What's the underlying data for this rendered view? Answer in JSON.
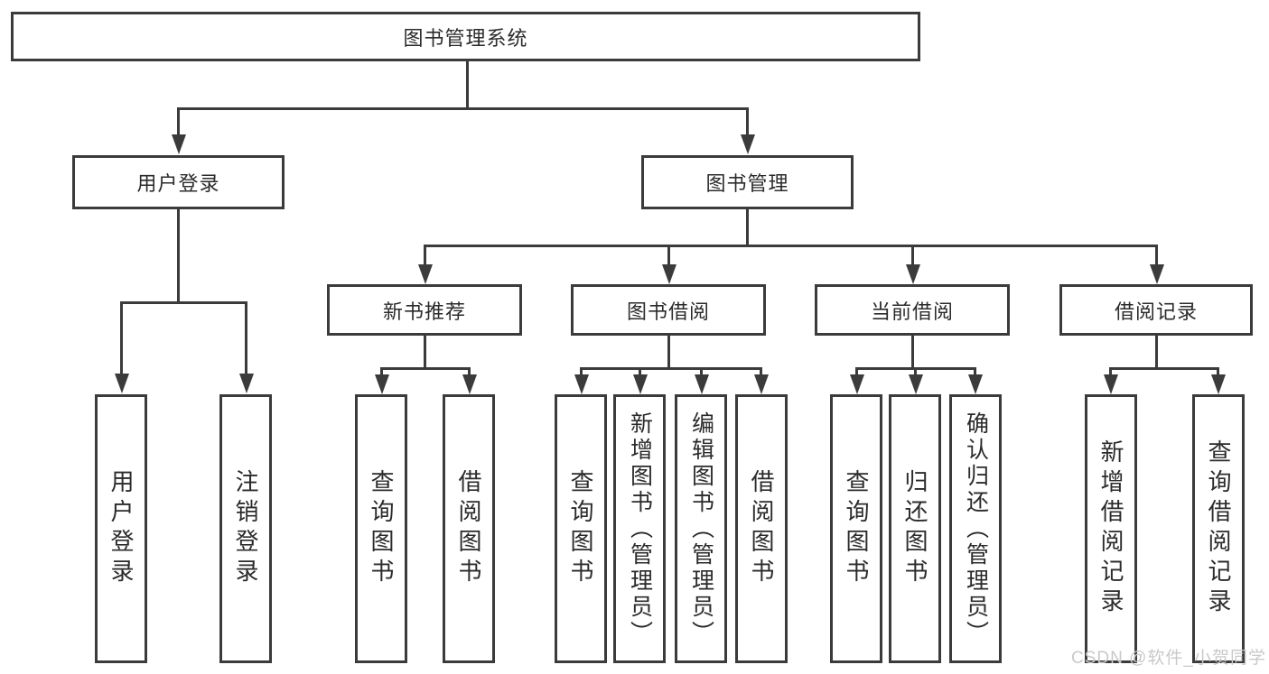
{
  "diagram_type": "hierarchy-tree",
  "colors": {
    "line": "#3b3b3b",
    "box_border": "#3b3b3b",
    "text": "#2b2b2b",
    "background": "#ffffff",
    "watermark": "#c9c9c9"
  },
  "watermark": "CSDN @软件_小贺同学",
  "tree": {
    "root": {
      "label": "图书管理系统",
      "children": [
        {
          "label": "用户登录",
          "children": [
            {
              "label": "用户登录"
            },
            {
              "label": "注销登录"
            }
          ]
        },
        {
          "label": "图书管理",
          "children": [
            {
              "label": "新书推荐",
              "children": [
                {
                  "label": "查询图书"
                },
                {
                  "label": "借阅图书"
                }
              ]
            },
            {
              "label": "图书借阅",
              "children": [
                {
                  "label": "查询图书"
                },
                {
                  "label": "新增图书（管理员）"
                },
                {
                  "label": "编辑图书（管理员）"
                },
                {
                  "label": "借阅图书"
                }
              ]
            },
            {
              "label": "当前借阅",
              "children": [
                {
                  "label": "查询图书"
                },
                {
                  "label": "归还图书"
                },
                {
                  "label": "确认归还（管理员）"
                }
              ]
            },
            {
              "label": "借阅记录",
              "children": [
                {
                  "label": "新增借阅记录"
                },
                {
                  "label": "查询借阅记录"
                }
              ]
            }
          ]
        }
      ]
    }
  }
}
